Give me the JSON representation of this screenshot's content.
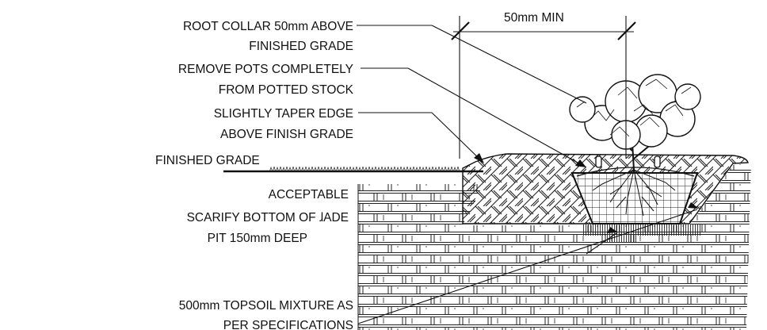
{
  "dimension": {
    "text": "50mm MIN"
  },
  "labels": {
    "root_collar": {
      "line1": "ROOT COLLAR 50mm ABOVE",
      "line2": "FINISHED GRADE"
    },
    "remove_pots": {
      "line1": "REMOVE POTS COMPLETELY",
      "line2": "FROM POTTED STOCK"
    },
    "taper_edge": {
      "line1": "SLIGHTLY TAPER EDGE",
      "line2": "ABOVE FINISH GRADE"
    },
    "finished_grade": {
      "text": "FINISHED GRADE"
    },
    "acceptable": {
      "text": "ACCEPTABLE"
    },
    "scarify": {
      "line1": "SCARIFY BOTTOM OF ɺADE",
      "line2": "PIT 150mm DEEP"
    },
    "topsoil": {
      "line1": "500mm TOPSOIL MIXTURE AS",
      "line2": "PER  SPECIFICATIONS"
    }
  },
  "colors": {
    "ink": "#111111",
    "background": "#ffffff"
  }
}
